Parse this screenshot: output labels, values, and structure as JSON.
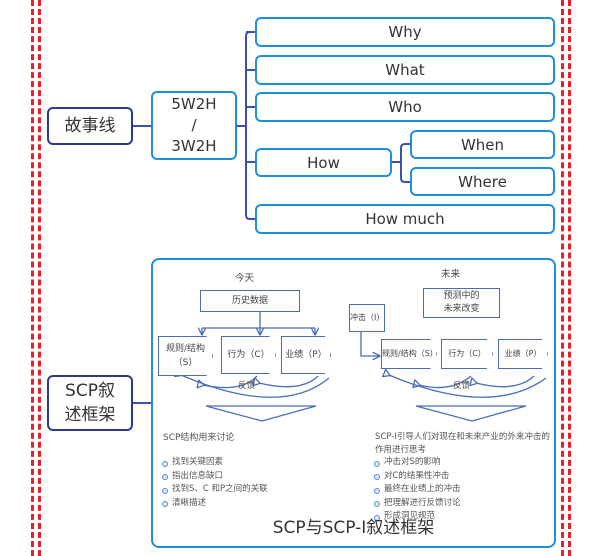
{
  "storyline": {
    "root_label": "故事线",
    "method_label_lines": [
      "5W2H",
      "/",
      "3W2H"
    ],
    "branches": {
      "why": "Why",
      "what": "What",
      "who": "Who",
      "how": "How",
      "when": "When",
      "where": "Where",
      "how_much": "How much"
    }
  },
  "scp": {
    "root_label_lines": [
      "SCP叙",
      "述框架"
    ],
    "panel_title": "SCP与SCP-I叙述框架",
    "today": {
      "heading": "今天",
      "source_box": "历史数据",
      "s_box_lines": [
        "规则/结构",
        "（S）"
      ],
      "c_box": "行为（C）",
      "p_box": "业绩（P）",
      "feedback_label": "反馈",
      "intro": "SCP结构用来讨论",
      "bullets": [
        "找到关键因素",
        "指出信息缺口",
        "找到S、C 和P之间的关联",
        "清晰描述"
      ]
    },
    "future": {
      "heading": "未来",
      "source_box_lines": [
        "预测中的",
        "未来改变"
      ],
      "impact_box": "冲击（I）",
      "s_box": "规则/结构（S）",
      "c_box": "行为（C）",
      "p_box": "业绩（P）",
      "feedback_label": "反馈",
      "intro_lines": [
        "SCP-I引导人们对现在和未来产业的外来冲击的",
        "作用进行思考"
      ],
      "bullets": [
        "冲击对S的影响",
        "对C的结果性冲击",
        "最终在业绩上的冲击",
        "把理解进行反馈讨论",
        "形成洞见规范"
      ]
    }
  },
  "colors": {
    "border_red_dashed": "#e8202a",
    "root_border": "#2b3990",
    "node_border": "#1e8fd8",
    "connector": "#3f4fb0",
    "sketch_line": "#4a6db5"
  }
}
